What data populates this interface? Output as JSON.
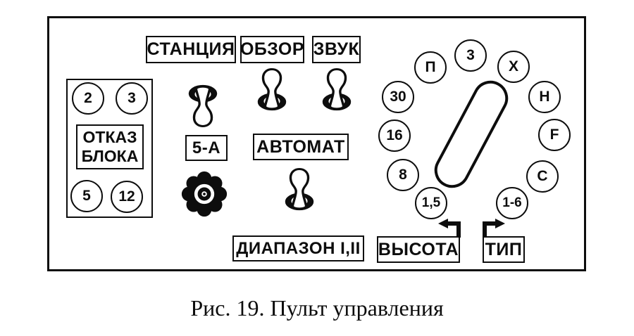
{
  "caption": "Рис. 19. Пульт управления",
  "colors": {
    "ink": "#0d0d0d",
    "paper": "#ffffff"
  },
  "panel": {
    "top_labels": {
      "station": "СТАНЦИЯ",
      "review": "ОБЗОР",
      "sound": "ЗВУК"
    },
    "fail_block": {
      "title_line1": "ОТКАЗ",
      "title_line2": "БЛОКА",
      "indicators": [
        "2",
        "3",
        "5",
        "12"
      ]
    },
    "fuse_label": "5-А",
    "automat_label": "АВТОМАТ",
    "range_label": "ДИАПАЗОН I,II",
    "height_label": "ВЫСОТА",
    "type_label": "ТИП",
    "selector": {
      "positions": [
        {
          "label": "П"
        },
        {
          "label": "3"
        },
        {
          "label": "Х"
        },
        {
          "label": "Н"
        },
        {
          "label": "F"
        },
        {
          "label": "С"
        },
        {
          "label": "1-6"
        },
        {
          "label": "1,5"
        },
        {
          "label": "8"
        },
        {
          "label": "16"
        },
        {
          "label": "30"
        }
      ]
    }
  }
}
